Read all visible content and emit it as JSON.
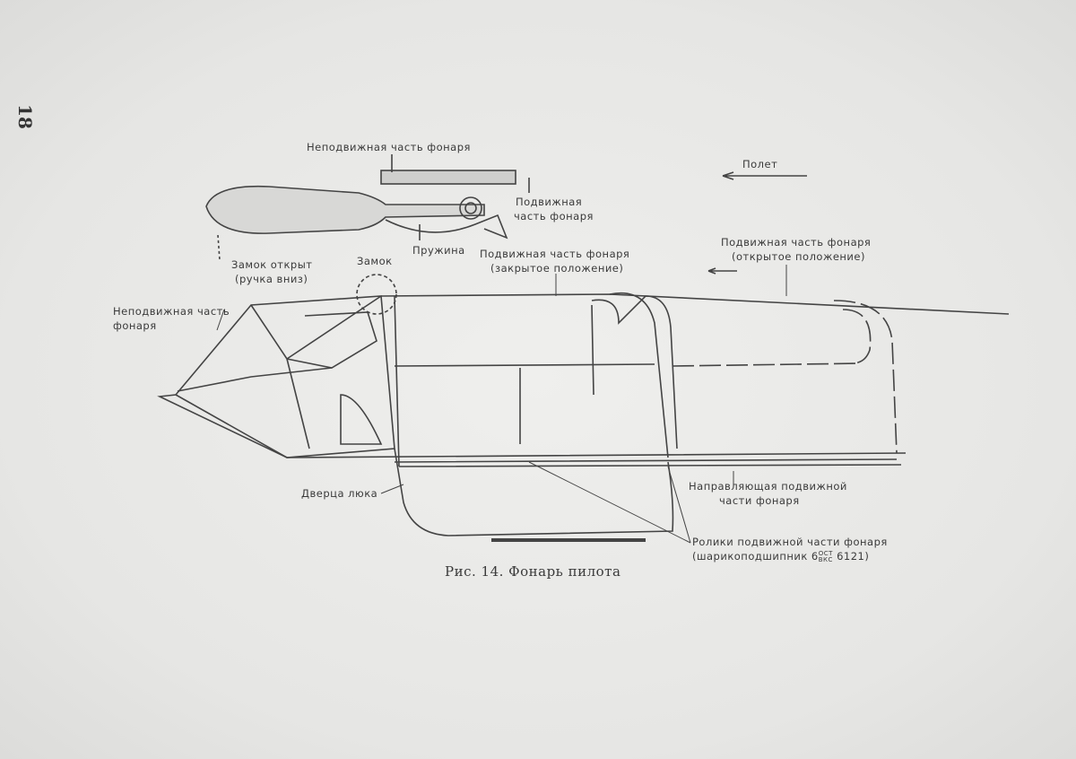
{
  "page_number": "18",
  "caption": "Рис. 14. Фонарь пилота",
  "labels": {
    "fixed_part_top": "Неподвижная часть фонаря",
    "movable_part_top_1": "Подвижная",
    "movable_part_top_2": "часть фонаря",
    "spring": "Пружина",
    "flight": "Полет",
    "lock_open_1": "Замок открыт",
    "lock_open_2": "(ручка вниз)",
    "lock": "Замок",
    "movable_closed_1": "Подвижная часть фонаря",
    "movable_closed_2": "(закрытое положение)",
    "movable_open_1": "Подвижная часть фонаря",
    "movable_open_2": "(открытое положение)",
    "fixed_part_left_1": "Неподвижная часть",
    "fixed_part_left_2": "фонаря",
    "hatch_door": "Дверца люка",
    "guide_1": "Направляющая подвижной",
    "guide_2": "части фонаря",
    "rollers_1": "Ролики подвижной части фонаря",
    "rollers_2a": "(шарикоподшипник 6",
    "rollers_frac_top": "ОСТ",
    "rollers_frac_bottom": "ВКС",
    "rollers_2b": " 6121)"
  }
}
